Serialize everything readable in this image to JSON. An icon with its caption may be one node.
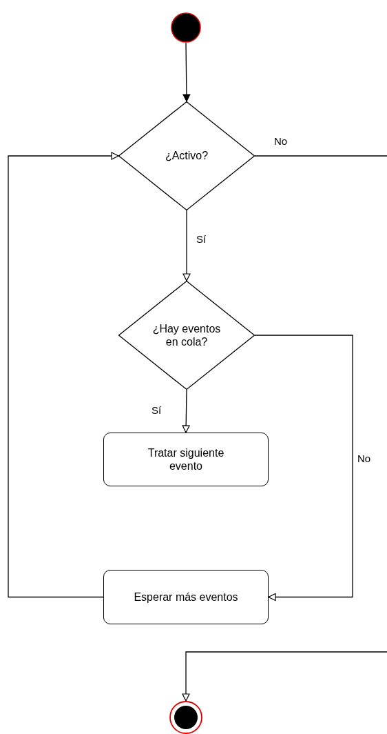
{
  "diagram": {
    "nodes": [
      {
        "text": [],
        "shape": "circle"
      },
      {
        "text": [
          "¿Activo?"
        ]
      },
      {
        "text": [
          "¿Hay eventos en cola?"
        ]
      },
      {
        "text": [
          "Tratar siguiente evento"
        ]
      },
      {
        "text": [
          "Esperar más eventos"
        ]
      },
      {
        "text": [],
        "shape": "circle"
      }
    ],
    "edges": [
      {
        "from": 0,
        "to": 1,
        "arrow": "to"
      },
      {
        "from": 1,
        "to": 2,
        "arrow": "to",
        "label": "Sí"
      },
      {
        "from": 1,
        "to": 5,
        "arrow": "to",
        "label": "No"
      },
      {
        "from": 2,
        "to": 3,
        "arrow": "to",
        "label": "Sí"
      },
      {
        "from": 2,
        "to": 4,
        "arrow": "to",
        "label": "No"
      },
      {
        "from": 4,
        "to": 1,
        "arrow": "to"
      }
    ]
  }
}
